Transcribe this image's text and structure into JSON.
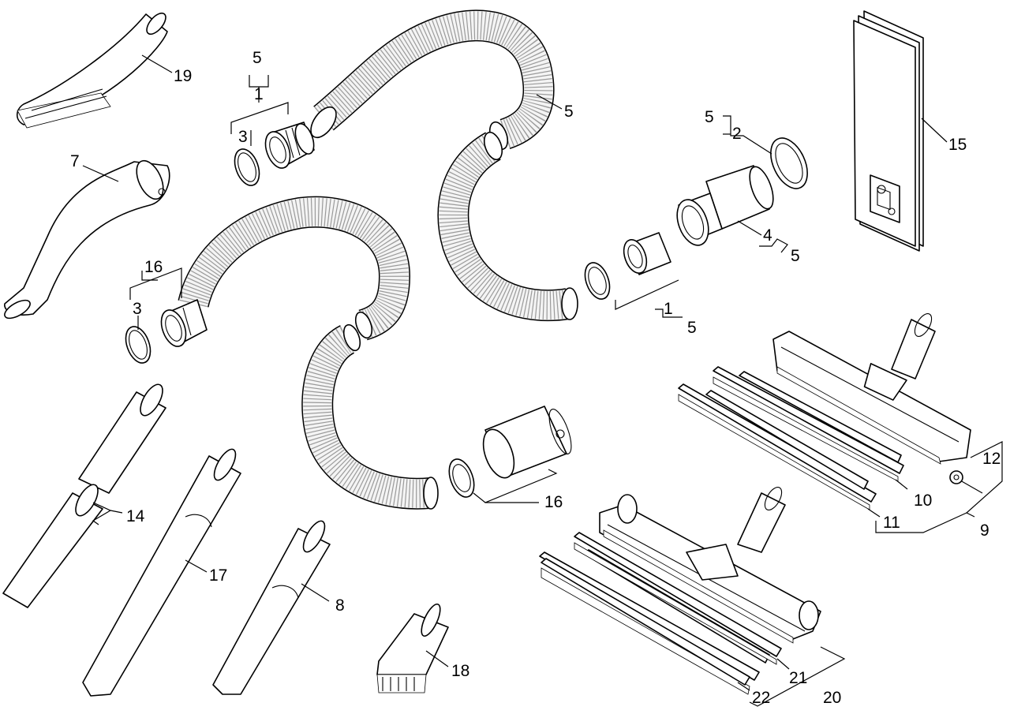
{
  "callouts": {
    "n1a": "1",
    "n1b": "1",
    "n2": "2",
    "n3a": "3",
    "n3b": "3",
    "n4": "4",
    "n5a": "5",
    "n5b": "5",
    "n5c": "5",
    "n5d": "5",
    "n5e": "5",
    "n7": "7",
    "n8": "8",
    "n9": "9",
    "n10": "10",
    "n11": "11",
    "n12": "12",
    "n14": "14",
    "n15": "15",
    "n16a": "16",
    "n16b": "16",
    "n17": "17",
    "n18": "18",
    "n19": "19",
    "n20": "20",
    "n21": "21",
    "n22": "22"
  },
  "parts": [
    {
      "callout": "1",
      "name": "hose-connector"
    },
    {
      "callout": "2",
      "name": "sealing-ring"
    },
    {
      "callout": "3",
      "name": "bayonet-clip"
    },
    {
      "callout": "4",
      "name": "elbow-adapter"
    },
    {
      "callout": "5",
      "name": "suction-hose"
    },
    {
      "callout": "7",
      "name": "bent-handle-tube"
    },
    {
      "callout": "8",
      "name": "short-crevice-nozzle"
    },
    {
      "callout": "9",
      "name": "floor-nozzle-standard"
    },
    {
      "callout": "10",
      "name": "rubber-strip-set"
    },
    {
      "callout": "11",
      "name": "brush-strip-set"
    },
    {
      "callout": "12",
      "name": "wheel-axle"
    },
    {
      "callout": "14",
      "name": "extension-tubes"
    },
    {
      "callout": "15",
      "name": "filter-bag"
    },
    {
      "callout": "16",
      "name": "hose-with-sleeve"
    },
    {
      "callout": "17",
      "name": "long-crevice-nozzle"
    },
    {
      "callout": "18",
      "name": "upholstery-brush"
    },
    {
      "callout": "19",
      "name": "round-brush"
    },
    {
      "callout": "20",
      "name": "floor-nozzle-wheeled"
    },
    {
      "callout": "21",
      "name": "rubber-strip-set"
    },
    {
      "callout": "22",
      "name": "brush-strip-set"
    }
  ]
}
